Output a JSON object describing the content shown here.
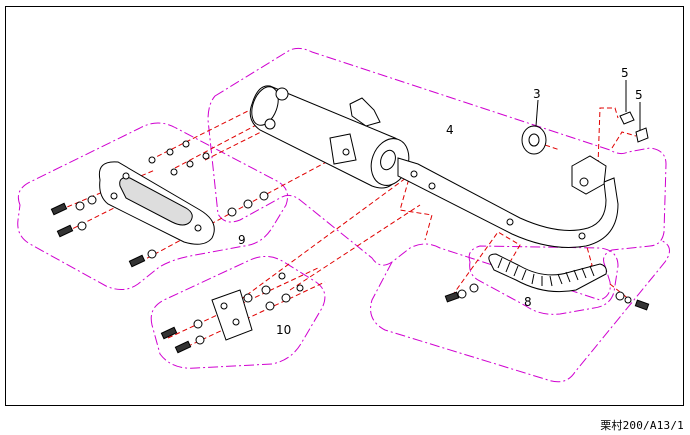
{
  "diagram": {
    "callouts": {
      "bracket_washer": "3",
      "exhaust_muffler": "4",
      "clip_nut_a": "5",
      "clip_nut_b": "5",
      "lower_heat_shield": "8",
      "muffler_heat_shield": "9",
      "bracket_plate": "10"
    },
    "colors": {
      "outline": "#000000",
      "group_boundary": "#d000d0",
      "alignment_line": "#e00000"
    }
  },
  "footer": {
    "label": "栗村200/A13/1"
  }
}
